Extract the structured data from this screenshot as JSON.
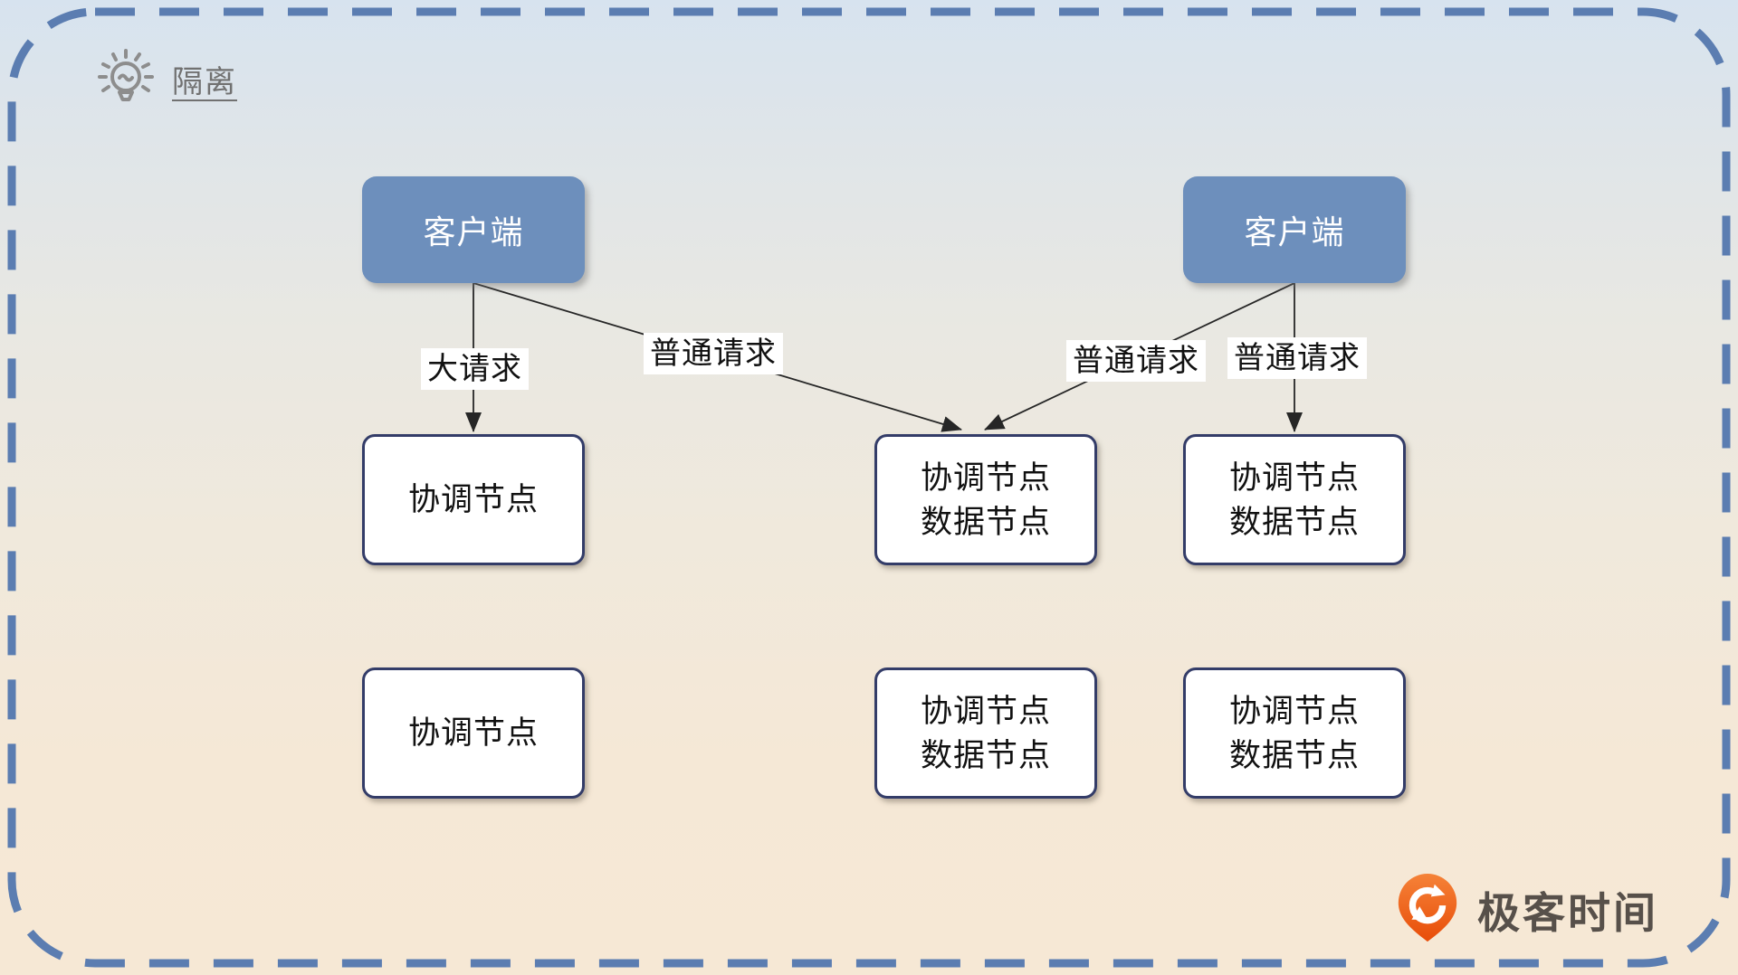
{
  "frame": {
    "title": "隔离"
  },
  "clients": [
    {
      "label": "客户端"
    },
    {
      "label": "客户端"
    }
  ],
  "edges": [
    {
      "label": "大请求",
      "from": "client-left",
      "to": "coordinator-left"
    },
    {
      "label": "普通请求",
      "from": "client-left",
      "to": "coordinator-data-middle"
    },
    {
      "label": "普通请求",
      "from": "client-right",
      "to": "coordinator-data-middle"
    },
    {
      "label": "普通请求",
      "from": "client-right",
      "to": "coordinator-data-right"
    }
  ],
  "nodes": {
    "row1": [
      {
        "lines": [
          "协调节点"
        ]
      },
      {
        "lines": [
          "协调节点",
          "数据节点"
        ]
      },
      {
        "lines": [
          "协调节点",
          "数据节点"
        ]
      }
    ],
    "row2": [
      {
        "lines": [
          "协调节点"
        ]
      },
      {
        "lines": [
          "协调节点",
          "数据节点"
        ]
      },
      {
        "lines": [
          "协调节点",
          "数据节点"
        ]
      }
    ]
  },
  "logo": {
    "text": "极客时间"
  },
  "colors": {
    "dashed_border": "#5b7db1",
    "client_fill": "#6d8fbc",
    "node_border": "#333c68",
    "title_gray": "#717171",
    "logo_orange": "#f05a0e",
    "bg_top": "#d8e4ef",
    "bg_bottom": "#f6e8d5",
    "arrow": "#262626"
  }
}
